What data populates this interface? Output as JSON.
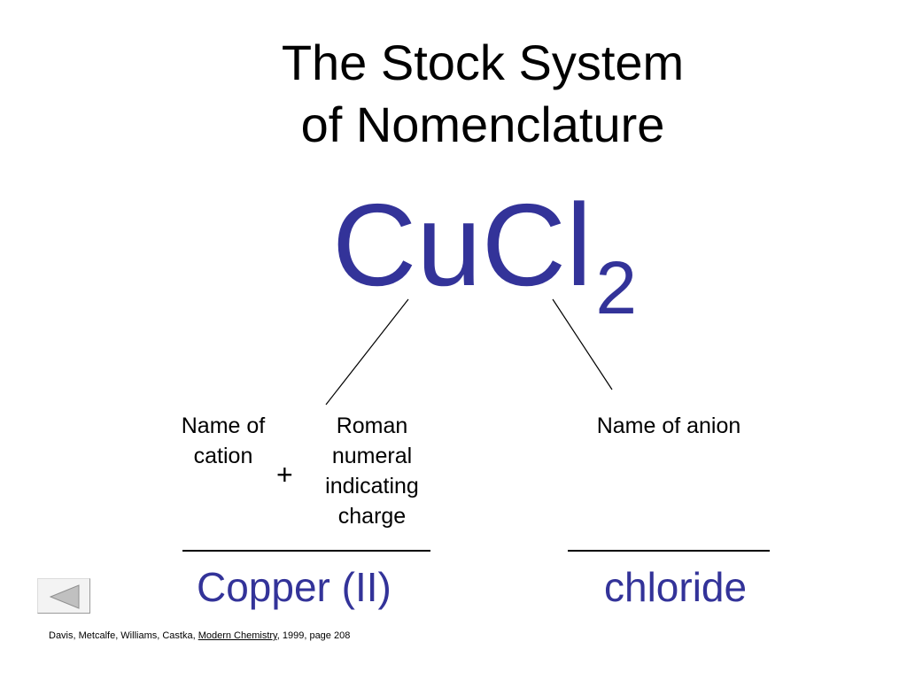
{
  "title": {
    "line1": "The Stock System",
    "line2": "of Nomenclature"
  },
  "formula": {
    "main": "CuCl",
    "subscript": "2"
  },
  "labels": {
    "cation_line1": "Name of",
    "cation_line2": "cation",
    "plus": "+",
    "roman_line1": "Roman",
    "roman_line2": "numeral",
    "roman_line3": "indicating",
    "roman_line4": "charge",
    "anion": "Name of anion"
  },
  "answers": {
    "cation": "Copper (II)",
    "anion": "chloride"
  },
  "navigation": {
    "back_icon": "left-triangle-icon"
  },
  "citation": {
    "authors": "Davis, Metcalfe, Williams, Castka, ",
    "book": "Modern Chemistry",
    "details": ", 1999,  page 208"
  },
  "colors": {
    "accent": "#333399",
    "text": "#000000",
    "background": "#ffffff"
  }
}
